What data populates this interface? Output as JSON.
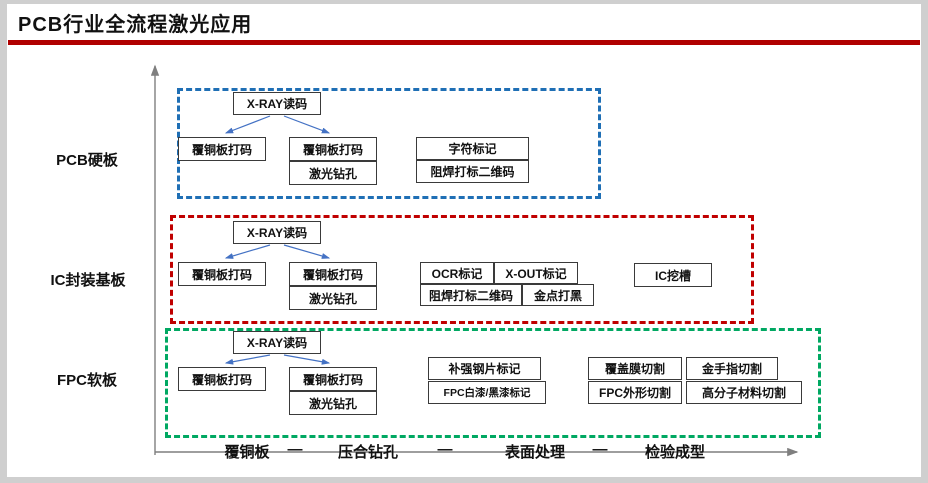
{
  "title": "PCB行业全流程激光应用",
  "colors": {
    "title_bar": "#b00000",
    "pcb": "#1f6fb5",
    "ic": "#c00000",
    "fpc": "#00a862",
    "connector": "#4472c4",
    "axis": "#7f7f7f"
  },
  "rows": [
    {
      "label": "PCB硬板",
      "xray": "X-RAY读码",
      "nodes": [
        "覆铜板打码",
        "覆铜板打码",
        "激光钻孔",
        "字符标记",
        "阻焊打标二维码"
      ]
    },
    {
      "label": "IC封装基板",
      "xray": "X-RAY读码",
      "nodes": [
        "覆铜板打码",
        "覆铜板打码",
        "激光钻孔",
        "OCR标记",
        "X-OUT标记",
        "阻焊打标二维码",
        "金点打黑",
        "IC挖槽"
      ]
    },
    {
      "label": "FPC软板",
      "xray": "X-RAY读码",
      "nodes": [
        "覆铜板打码",
        "覆铜板打码",
        "激光钻孔",
        "补强钢片标记",
        "FPC白漆/黑漆标记",
        "覆盖膜切割",
        "金手指切割",
        "FPC外形切割",
        "高分子材料切割"
      ]
    }
  ],
  "axis": {
    "stages": [
      "覆铜板",
      "压合钻孔",
      "表面处理",
      "检验成型"
    ],
    "separator": "—"
  }
}
